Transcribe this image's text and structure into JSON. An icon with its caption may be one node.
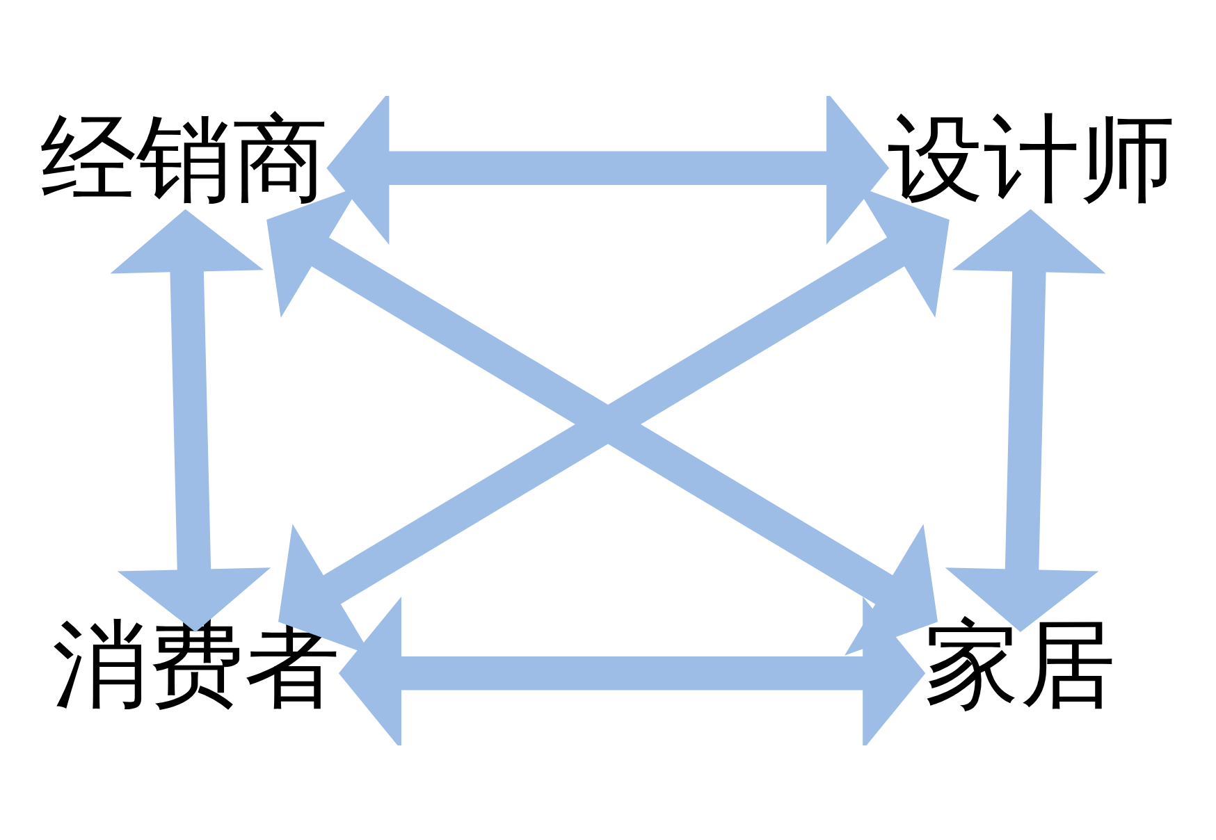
{
  "diagram": {
    "nodes": [
      {
        "text": [
          "经销商"
        ]
      },
      {
        "text": [
          "设计师"
        ]
      },
      {
        "text": [
          "消费者"
        ]
      },
      {
        "text": [
          "家居"
        ]
      }
    ],
    "edges": [
      {
        "from": 0,
        "to": 1,
        "arrow": "both"
      },
      {
        "from": 0,
        "to": 2,
        "arrow": "both"
      },
      {
        "from": 1,
        "to": 3,
        "arrow": "both"
      },
      {
        "from": 0,
        "to": 3,
        "arrow": "both"
      },
      {
        "from": 1,
        "to": 2,
        "arrow": "both"
      },
      {
        "from": 2,
        "to": 3,
        "arrow": "both"
      }
    ]
  }
}
